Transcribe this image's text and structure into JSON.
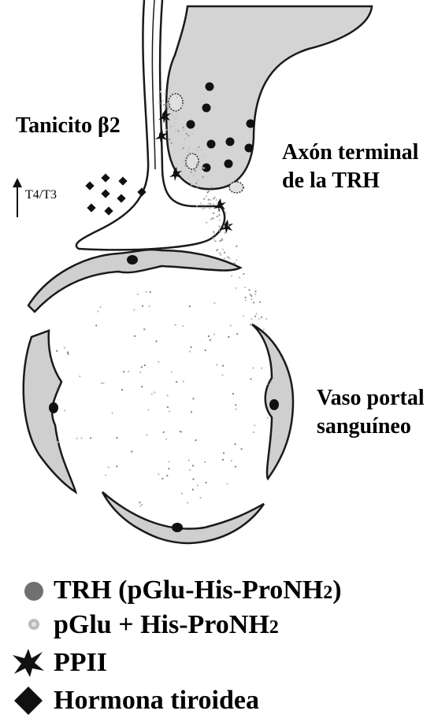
{
  "labels": {
    "tanicito": "Tanicito β2",
    "axon_line1": "Axón terminal",
    "axon_line2": "de la TRH",
    "vaso_line1": "Vaso portal",
    "vaso_line2": "sanguíneo",
    "t4t3": "T4/T3"
  },
  "legend": {
    "trh_main": "TRH (pGlu-His-ProNH",
    "trh_sub": "2",
    "trh_close": ")",
    "pglu_main": "pGlu + His-ProNH",
    "pglu_sub": "2",
    "ppii": "PPII",
    "hormona": "Hormona tiroidea"
  },
  "colors": {
    "cell_fill": "#d4d4d4",
    "outline": "#1a1a1a",
    "trh_dot": "#707070",
    "pglu_dot": "#bcbcbc"
  }
}
